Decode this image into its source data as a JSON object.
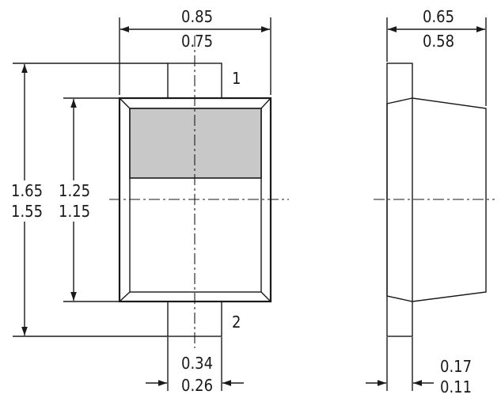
{
  "colors": {
    "line": "#1a1a1a",
    "marking": "#c8c8c8",
    "background": "#ffffff"
  },
  "top_view": {
    "width_max": "0.85",
    "width_min": "0.75",
    "total_height_max": "1.65",
    "total_height_min": "1.55",
    "body_height_max": "1.25",
    "body_height_min": "1.15",
    "lead_width_max": "0.34",
    "lead_width_min": "0.26",
    "pin_1": "1",
    "pin_2": "2"
  },
  "side_view": {
    "thickness_max": "0.65",
    "thickness_min": "0.58",
    "lead_thickness_max": "0.17",
    "lead_thickness_min": "0.11"
  }
}
